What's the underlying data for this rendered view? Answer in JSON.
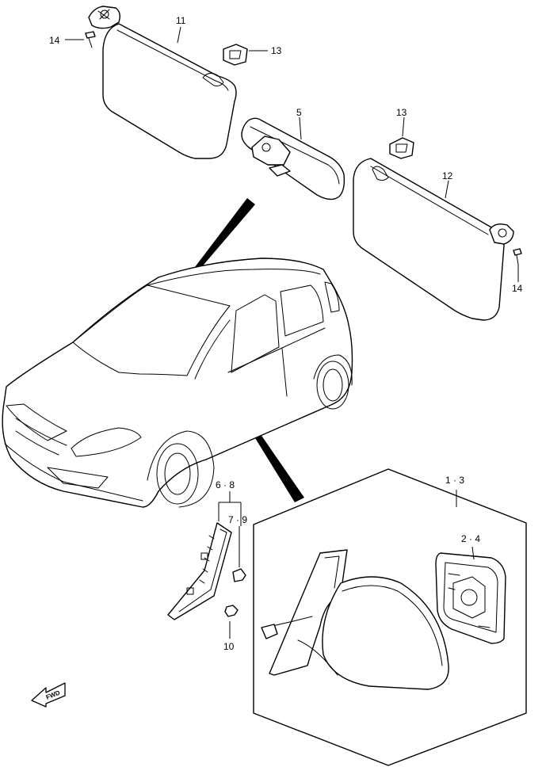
{
  "callouts": {
    "c14a": "14",
    "c11": "11",
    "c13a": "13",
    "c5": "5",
    "c13b": "13",
    "c12": "12",
    "c14b": "14",
    "c68": "6 · 8",
    "c79": "7 · 9",
    "c10": "10",
    "c13_": "1 · 3",
    "c24": "2 · 4"
  },
  "fwd_label": "FWD"
}
